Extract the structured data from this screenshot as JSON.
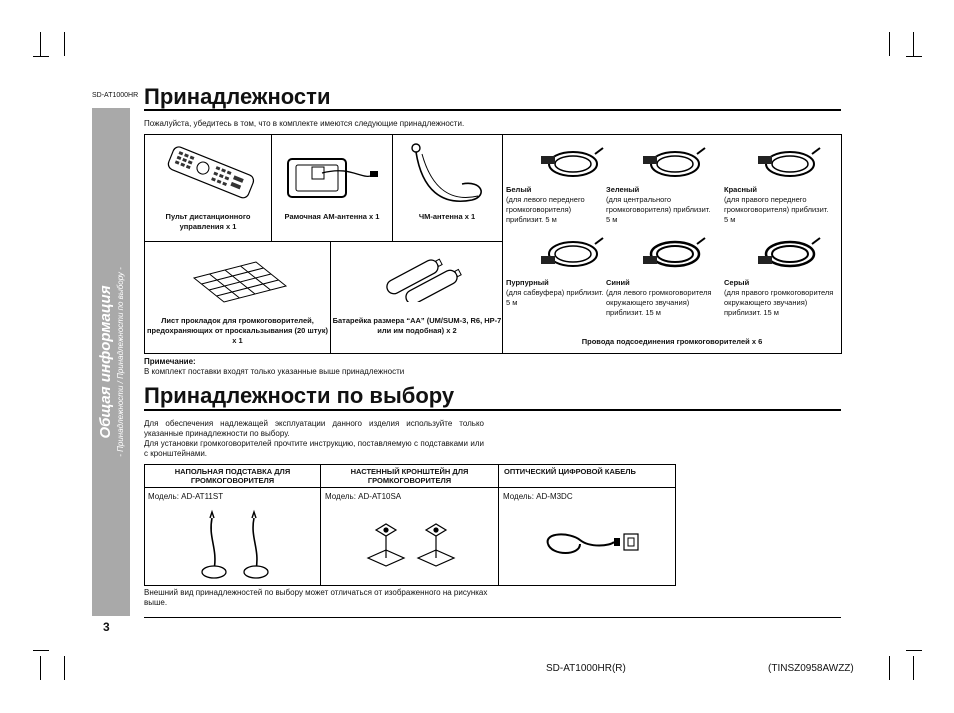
{
  "model_top": "SD-AT1000HR",
  "sidebar": {
    "main": "Общая информация",
    "sub": "- Принадлежности / Принадлежности по выбору -"
  },
  "section1": {
    "title": "Принадлежности",
    "intro": "Пожалуйста, убедитесь в том, что в комплекте имеются следующие принадлежности."
  },
  "items": {
    "remote": "Пульт дистанционного управления x 1",
    "am": "Рамочная AM-антенна x 1",
    "fm": "ЧМ-антенна x 1",
    "pads": "Лист прокладок для громкоговорителей, предохраняющих от проскальзывания (20 штук) x 1",
    "battery": "Батарейка размера “AA” (UM/SUM-3, R6, HP-7 или им подобная) x 2",
    "wires_caption": "Провода подсоединения громкоговорителей x 6"
  },
  "wires": [
    {
      "color": "Белый",
      "desc": "(для левого переднего громкоговорителя) приблизит. 5 м"
    },
    {
      "color": "Зеленый",
      "desc": "(для центрального громкоговорителя) приблизит. 5 м"
    },
    {
      "color": "Красный",
      "desc": "(для правого переднего громкоговорителя) приблизит. 5 м"
    },
    {
      "color": "Пурпурный",
      "desc": "(для сабвуфера) приблизит. 5 м"
    },
    {
      "color": "Синий",
      "desc": "(для левого громкоговорителя окружающего звучания) приблизит. 15 м"
    },
    {
      "color": "Серый",
      "desc": "(для правого громкоговорителя окружающего звучания) приблизит. 15 м"
    }
  ],
  "note": {
    "label": "Примечание:",
    "text": "В комплект поставки входят только указанные выше принадлежности"
  },
  "section2": {
    "title": "Принадлежности по выбору",
    "p1": "Для обеспечения надлежащей эксплуатации данного изделия используйте только указанные принадлежности по выбору.",
    "p2": "Для установки громкоговорителей прочтите инструкцию, поставляемую с подставками или с кронштейнами."
  },
  "optional": [
    {
      "head": "НАПОЛЬНАЯ ПОДСТАВКА ДЛЯ ГРОМКОГОВОРИТЕЛЯ",
      "model": "Модель: AD-AT11ST"
    },
    {
      "head": "НАСТЕННЫЙ КРОНШТЕЙН ДЛЯ ГРОМКОГОВОРИТЕЛЯ",
      "model": "Модель: AD-AT10SA"
    },
    {
      "head": "ОПТИЧЕСКИЙ ЦИФРОВОЙ КАБЕЛЬ",
      "model": "Модель: AD-M3DC"
    }
  ],
  "footnote": "Внешний вид принадлежностей по выбору может отличаться от изображенного на рисунках выше.",
  "page_number": "3",
  "footer_left": "SD-AT1000HR(R)",
  "footer_right": "(TINSZ0958AWZZ)"
}
